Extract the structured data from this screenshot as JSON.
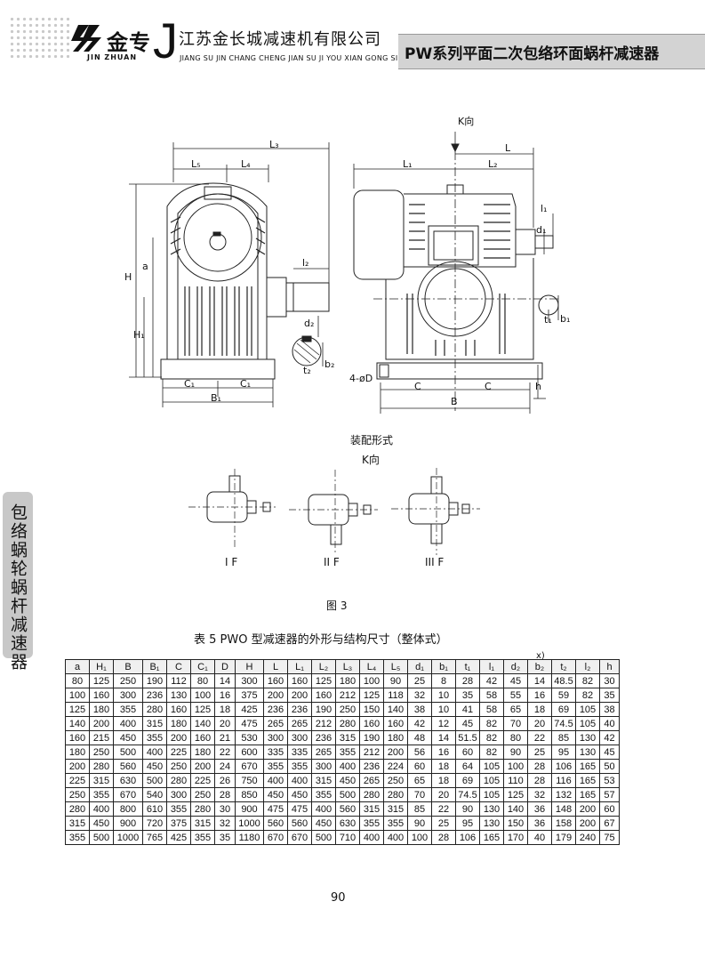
{
  "header": {
    "brand_cn": "金专",
    "brand_en": "JIN ZHUAN",
    "company_cn": "江苏金长城减速机有限公司",
    "company_en": "JIANG SU JIN CHANG CHENG JIAN SU JI YOU XIAN GONG SI",
    "series_title": "PW系列平面二次包络环面蜗杆减速器"
  },
  "side_tab": {
    "label": "包络蜗轮蜗杆减速器"
  },
  "drawing": {
    "k_direction": "K向",
    "labels": {
      "L5": "L₅",
      "L4": "L₄",
      "L3": "L₃",
      "L1": "L₁",
      "L2": "L₂",
      "L": "L",
      "H": "H",
      "a": "a",
      "H1": "H₁",
      "l2": "l₂",
      "d2": "d₂",
      "t2": "t₂",
      "b2": "b₂",
      "C1": "C₁",
      "B1": "B₁",
      "C": "C",
      "B": "B",
      "h": "h",
      "holes": "4-øD",
      "l1": "l₁",
      "d1": "d₁",
      "t1": "t₁",
      "b1": "b₁"
    },
    "assembly_title": "装配形式",
    "assembly_k": "K向",
    "forms": [
      "I F",
      "II F",
      "III F"
    ],
    "figure_caption": "图 3"
  },
  "table": {
    "title": "表 5   PWO 型减速器的外形与结构尺寸（整体式）",
    "note": "x)",
    "headers": [
      "a",
      "H₁",
      "B",
      "B₁",
      "C",
      "C₁",
      "D",
      "H",
      "L",
      "L₁",
      "L₂",
      "L₃",
      "L₄",
      "L₅",
      "d₁",
      "b₁",
      "t₁",
      "l₁",
      "d₂",
      "b₂",
      "t₂",
      "l₂",
      "h"
    ],
    "rows": [
      [
        "80",
        "125",
        "250",
        "190",
        "112",
        "80",
        "14",
        "300",
        "160",
        "160",
        "125",
        "180",
        "100",
        "90",
        "25",
        "8",
        "28",
        "42",
        "45",
        "14",
        "48.5",
        "82",
        "30"
      ],
      [
        "100",
        "160",
        "300",
        "236",
        "130",
        "100",
        "16",
        "375",
        "200",
        "200",
        "160",
        "212",
        "125",
        "118",
        "32",
        "10",
        "35",
        "58",
        "55",
        "16",
        "59",
        "82",
        "35"
      ],
      [
        "125",
        "180",
        "355",
        "280",
        "160",
        "125",
        "18",
        "425",
        "236",
        "236",
        "190",
        "250",
        "150",
        "140",
        "38",
        "10",
        "41",
        "58",
        "65",
        "18",
        "69",
        "105",
        "38"
      ],
      [
        "140",
        "200",
        "400",
        "315",
        "180",
        "140",
        "20",
        "475",
        "265",
        "265",
        "212",
        "280",
        "160",
        "160",
        "42",
        "12",
        "45",
        "82",
        "70",
        "20",
        "74.5",
        "105",
        "40"
      ],
      [
        "160",
        "215",
        "450",
        "355",
        "200",
        "160",
        "21",
        "530",
        "300",
        "300",
        "236",
        "315",
        "190",
        "180",
        "48",
        "14",
        "51.5",
        "82",
        "80",
        "22",
        "85",
        "130",
        "42"
      ],
      [
        "180",
        "250",
        "500",
        "400",
        "225",
        "180",
        "22",
        "600",
        "335",
        "335",
        "265",
        "355",
        "212",
        "200",
        "56",
        "16",
        "60",
        "82",
        "90",
        "25",
        "95",
        "130",
        "45"
      ],
      [
        "200",
        "280",
        "560",
        "450",
        "250",
        "200",
        "24",
        "670",
        "355",
        "355",
        "300",
        "400",
        "236",
        "224",
        "60",
        "18",
        "64",
        "105",
        "100",
        "28",
        "106",
        "165",
        "50"
      ],
      [
        "225",
        "315",
        "630",
        "500",
        "280",
        "225",
        "26",
        "750",
        "400",
        "400",
        "315",
        "450",
        "265",
        "250",
        "65",
        "18",
        "69",
        "105",
        "110",
        "28",
        "116",
        "165",
        "53"
      ],
      [
        "250",
        "355",
        "670",
        "540",
        "300",
        "250",
        "28",
        "850",
        "450",
        "450",
        "355",
        "500",
        "280",
        "280",
        "70",
        "20",
        "74.5",
        "105",
        "125",
        "32",
        "132",
        "165",
        "57"
      ],
      [
        "280",
        "400",
        "800",
        "610",
        "355",
        "280",
        "30",
        "900",
        "475",
        "475",
        "400",
        "560",
        "315",
        "315",
        "85",
        "22",
        "90",
        "130",
        "140",
        "36",
        "148",
        "200",
        "60"
      ],
      [
        "315",
        "450",
        "900",
        "720",
        "375",
        "315",
        "32",
        "1000",
        "560",
        "560",
        "450",
        "630",
        "355",
        "355",
        "90",
        "25",
        "95",
        "130",
        "150",
        "36",
        "158",
        "200",
        "67"
      ],
      [
        "355",
        "500",
        "1000",
        "765",
        "425",
        "355",
        "35",
        "1180",
        "670",
        "670",
        "500",
        "710",
        "400",
        "400",
        "100",
        "28",
        "106",
        "165",
        "170",
        "40",
        "179",
        "240",
        "75"
      ]
    ]
  },
  "page_number": "90"
}
